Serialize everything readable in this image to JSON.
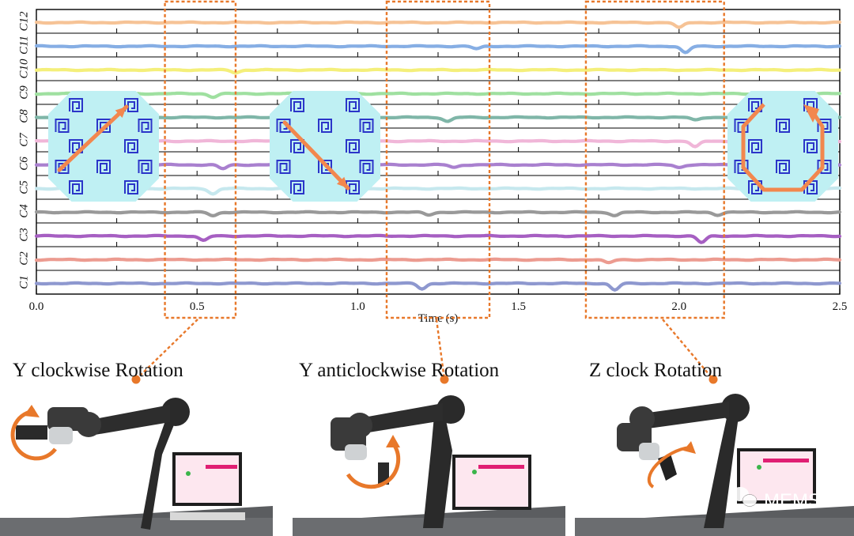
{
  "chart_data": {
    "type": "line",
    "xlabel": "Time (s)",
    "xlim": [
      0.0,
      2.5
    ],
    "x_ticks": [
      "0.0",
      "0.5",
      "1.0",
      "1.5",
      "2.0",
      "2.5"
    ],
    "channels": [
      "C1",
      "C2",
      "C3",
      "C4",
      "C5",
      "C6",
      "C7",
      "C8",
      "C9",
      "C10",
      "C11",
      "C12"
    ],
    "channel_colors": [
      "#8e98cf",
      "#ec9b90",
      "#a65fc2",
      "#999999",
      "#c6e8ee",
      "#a980cf",
      "#f0b6d8",
      "#7fb6a8",
      "#9fe0a0",
      "#f4ef7a",
      "#86aee4",
      "#f6c396"
    ],
    "dips": [
      [
        [
          1.2,
          0.8
        ],
        [
          1.8,
          1.0
        ]
      ],
      [
        [
          1.78,
          0.5
        ]
      ],
      [
        [
          0.52,
          0.7
        ],
        [
          2.07,
          1.0
        ]
      ],
      [
        [
          0.55,
          0.5
        ],
        [
          1.22,
          0.4
        ],
        [
          1.8,
          0.5
        ],
        [
          2.12,
          0.4
        ]
      ],
      [
        [
          0.55,
          0.8
        ]
      ],
      [
        [
          0.58,
          0.6
        ],
        [
          1.3,
          0.4
        ],
        [
          2.0,
          0.4
        ]
      ],
      [
        [
          2.05,
          0.9
        ]
      ],
      [
        [
          1.28,
          0.6
        ],
        [
          2.05,
          0.4
        ]
      ],
      [
        [
          0.55,
          0.5
        ]
      ],
      [
        [
          0.62,
          0.4
        ]
      ],
      [
        [
          1.37,
          0.4
        ],
        [
          2.02,
          1.0
        ]
      ],
      [
        [
          2.0,
          0.8
        ]
      ]
    ],
    "highlight_windows": [
      [
        0.4,
        0.62
      ],
      [
        1.09,
        1.41
      ],
      [
        1.71,
        2.14
      ]
    ]
  },
  "captions": [
    "Y clockwise Rotation",
    "Y anticlockwise Rotation",
    "Z clock Rotation"
  ],
  "watermark": "MEMS",
  "colors": {
    "accent": "#e8782a",
    "insert_fill": "#bff0f3",
    "insert_icon": "#2b35c9"
  }
}
